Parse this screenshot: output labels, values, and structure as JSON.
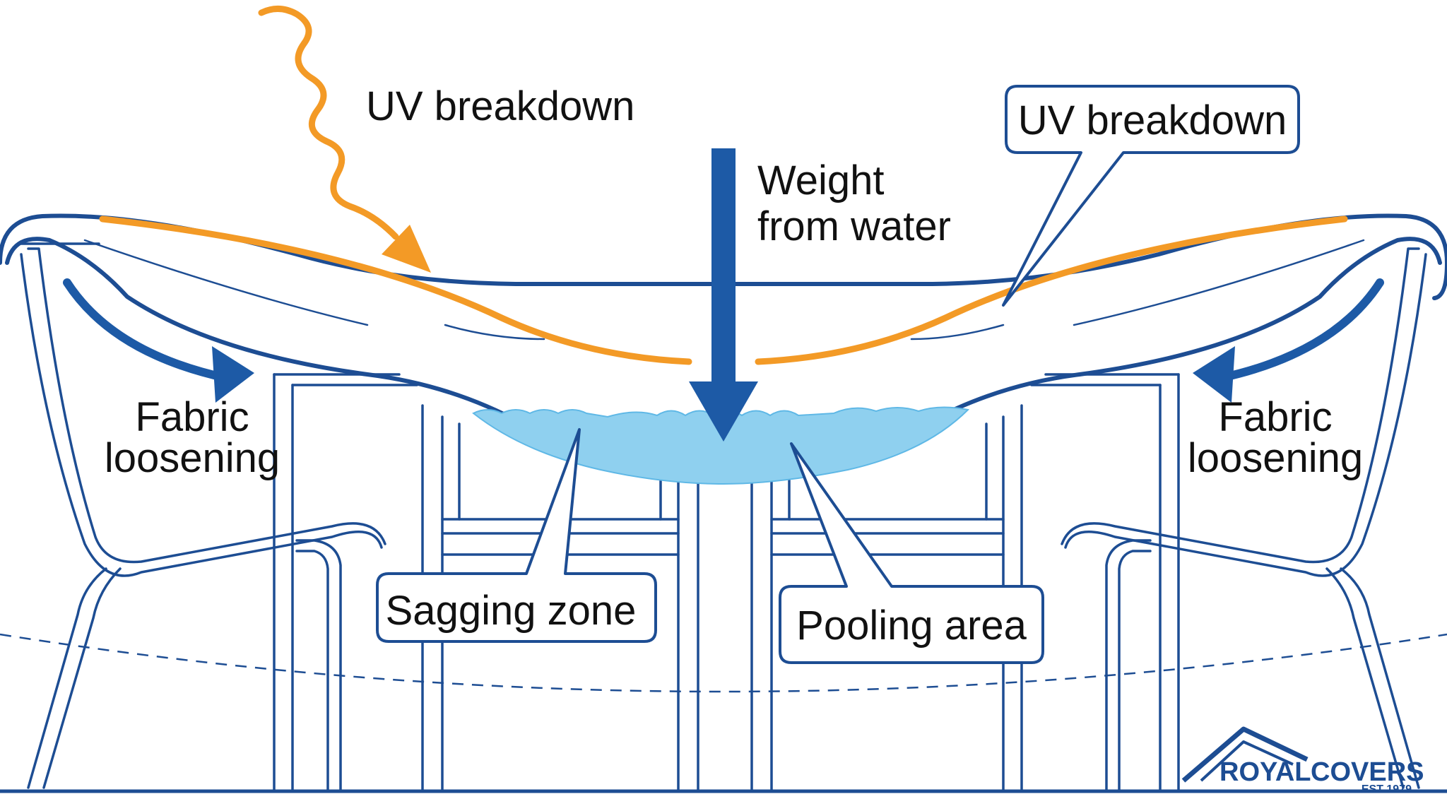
{
  "labels": {
    "uv_left": "UV breakdown",
    "uv_right": "UV breakdown",
    "weight_line1": "Weight",
    "weight_line2": "from water",
    "fabric_left_line1": "Fabric",
    "fabric_left_line2": "loosening",
    "fabric_right_line1": "Fabric",
    "fabric_right_line2": "loosening",
    "sagging": "Sagging zone",
    "pooling": "Pooling area"
  },
  "logo": {
    "brand_part1": "ROYAL",
    "brand_part2": "COVERS",
    "est": "EST 1979"
  },
  "colors": {
    "outline": "#1d4d93",
    "uv_accent": "#f39a26",
    "water": "#8fd0ef",
    "water_edge": "#5fb8e6",
    "arrow": "#1d5aa6"
  },
  "icons": [
    "uv-squiggle-arrow",
    "weight-down-arrow",
    "fabric-curved-arrow-left",
    "fabric-curved-arrow-right",
    "roof-logo-icon"
  ]
}
